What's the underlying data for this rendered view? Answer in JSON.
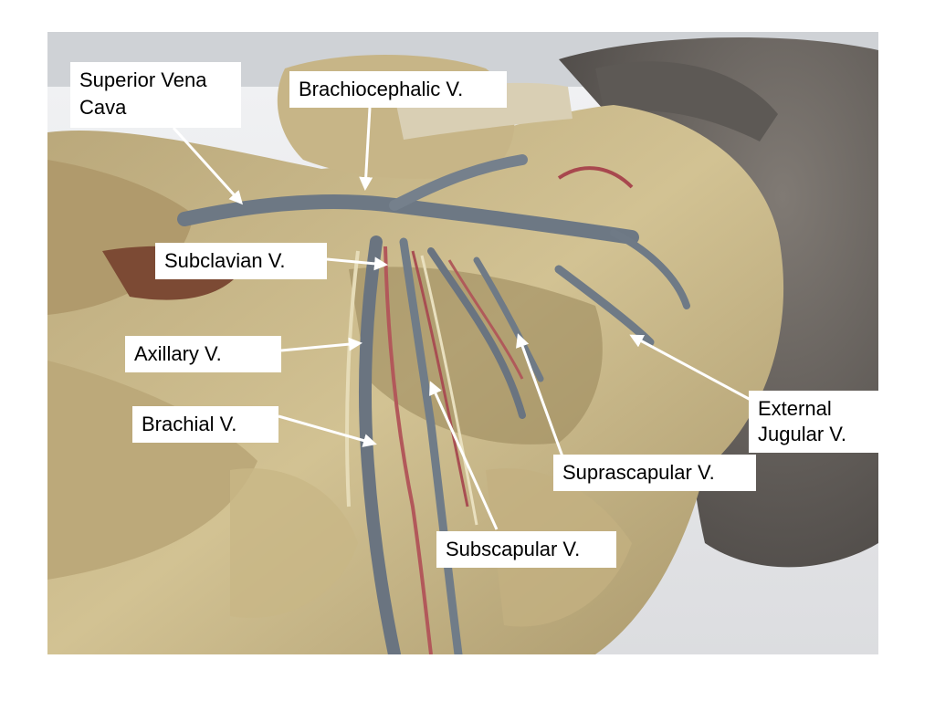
{
  "labels": {
    "superior_vena_cava_line1": "Superior Vena",
    "superior_vena_cava_line2": "Cava",
    "brachiocephalic": "Brachiocephalic V.",
    "subclavian": "Subclavian V.",
    "axillary": "Axillary V.",
    "brachial": "Brachial V.",
    "external_jugular_line1": "External",
    "external_jugular_line2": "Jugular V.",
    "suprascapular": "Suprascapular V.",
    "subscapular": "Subscapular V."
  },
  "colors": {
    "label_background": "#ffffff",
    "label_text": "#000000",
    "arrow": "#ffffff",
    "tissue": "#c8b888",
    "fur": "#6e6a66",
    "vein": "#6a7a88",
    "artery": "#b05a5a",
    "tray": "#e8e8ea"
  }
}
